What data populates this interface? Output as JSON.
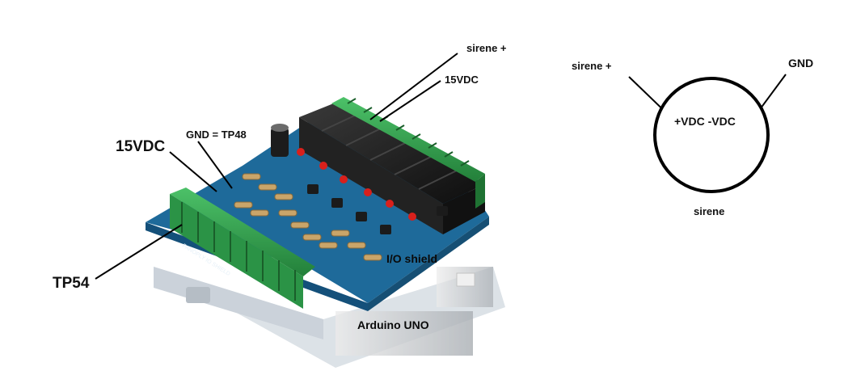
{
  "labels": {
    "sirene_plus_board": "sirene +",
    "vdc15_board_right": "15VDC",
    "gnd_tp48": "GND = TP48",
    "vdc15_board_left": "15VDC",
    "tp54": "TP54",
    "io_shield": "I/O shield",
    "arduino_uno": "Arduino UNO",
    "sirene_plus_siren": "sirene +",
    "gnd_siren": "GND",
    "siren_terminals": "+VDC -VDC",
    "siren_name": "sirene"
  },
  "board_text": {
    "silkscreen": "PANOPLY IO SHIELD"
  },
  "colors": {
    "pcb": "#1e6a9a",
    "terminal": "#2e9e4a",
    "relay": "#1a1a1a",
    "led": "#d8201c",
    "resistor": "#c9a56a",
    "arduino_pcb": "#c9d3dc",
    "line": "#000000"
  }
}
